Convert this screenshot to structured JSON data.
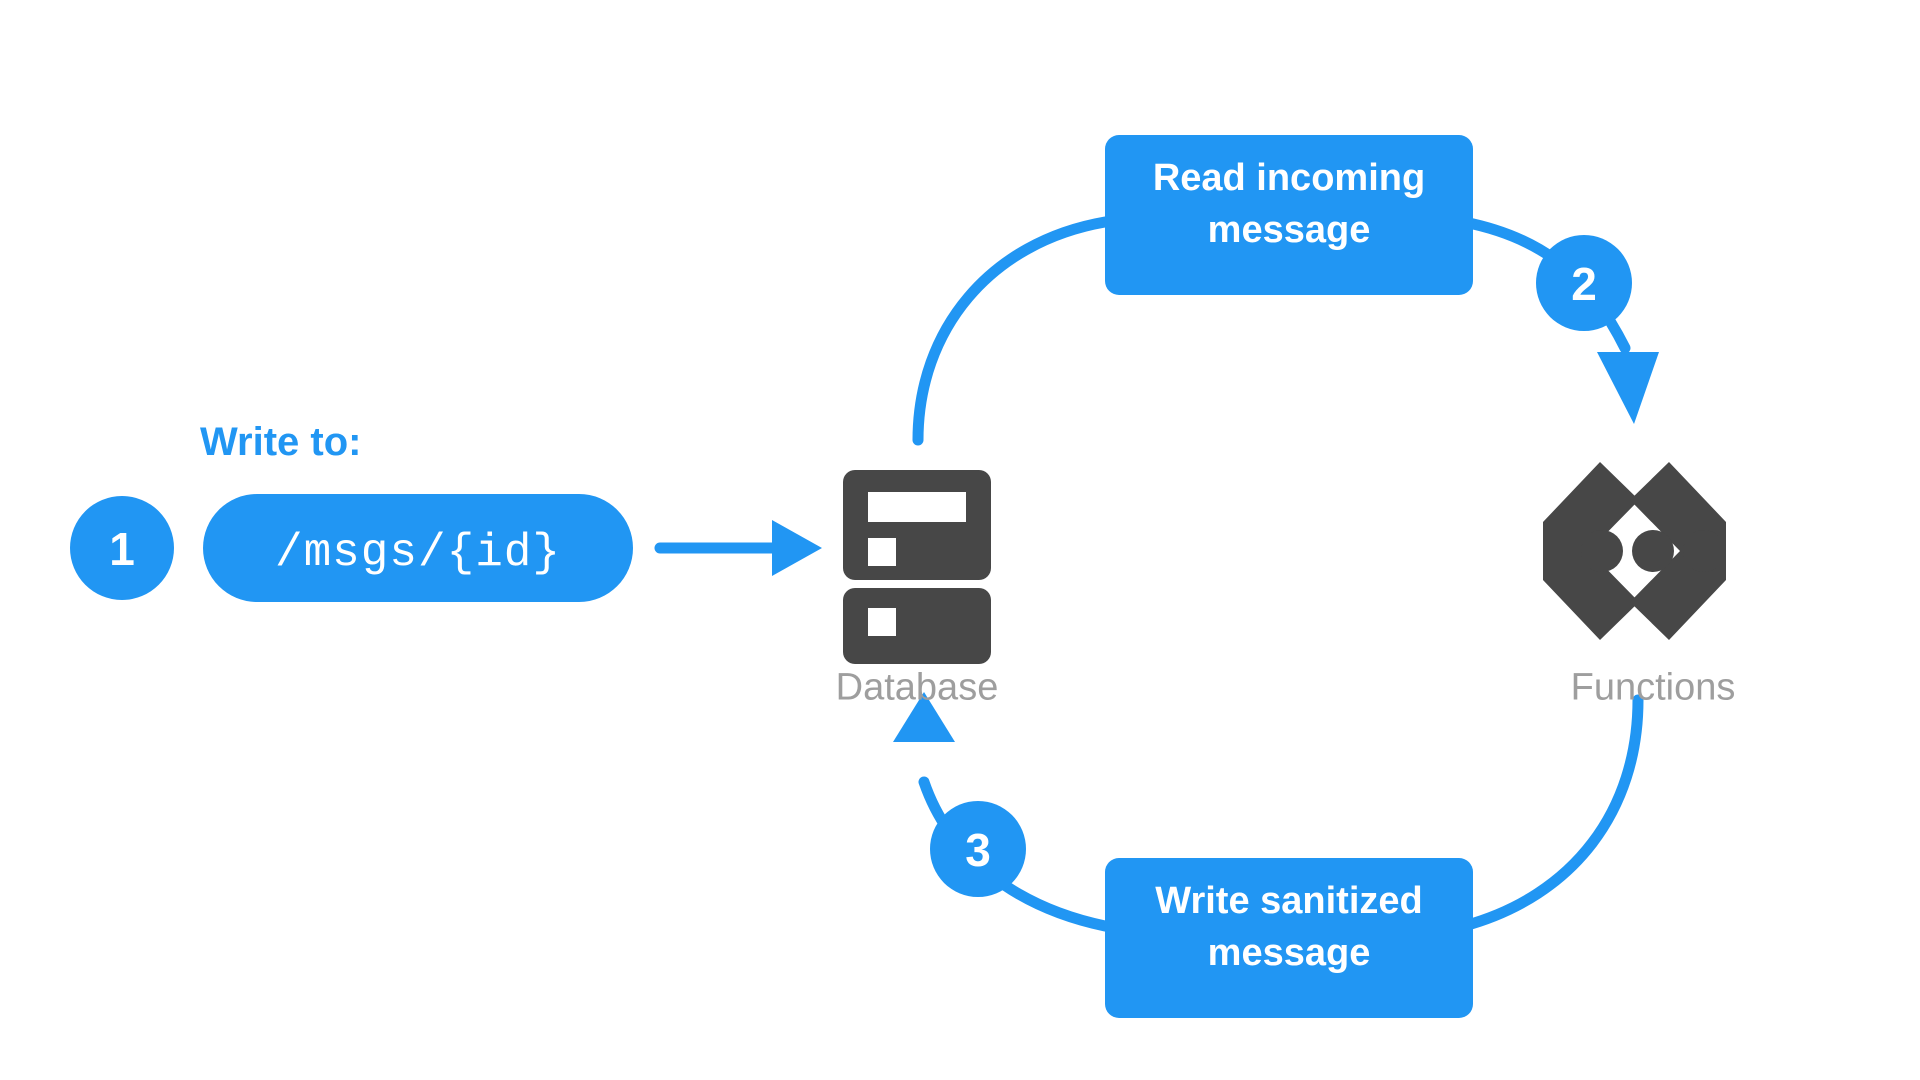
{
  "diagram": {
    "title": "Firebase Realtime Database and Cloud Functions message sanitization flow",
    "background_color": "#ffffff",
    "accent_color": "#2196f3",
    "icon_color": "#474747",
    "caption_color": "#9e9e9e",
    "text_on_accent": "#ffffff"
  },
  "left_cluster": {
    "write_to_label": "Write to:",
    "step_badge": "1",
    "path_pill_value": "/msgs/{id}"
  },
  "nodes": [
    {
      "id": "database",
      "caption": "Database",
      "icon_name": "database-icon"
    },
    {
      "id": "functions",
      "caption": "Functions",
      "icon_name": "functions-braces-icon"
    }
  ],
  "steps": [
    {
      "number": "1",
      "label": "/msgs/{id}",
      "kind": "pill",
      "from": "client",
      "to": "database"
    },
    {
      "number": "2",
      "label": "Read incoming message",
      "label_line1": "Read incoming",
      "label_line2": "message",
      "kind": "box",
      "from": "database",
      "to": "functions"
    },
    {
      "number": "3",
      "label": "Write sanitized message",
      "label_line1": "Write sanitized",
      "label_line2": "message",
      "kind": "box",
      "from": "functions",
      "to": "database"
    }
  ],
  "boxes": {
    "top": {
      "line1": "Read incoming",
      "line2": "message"
    },
    "bottom": {
      "line1": "Write sanitized",
      "line2": "message"
    }
  },
  "badges": {
    "one": "1",
    "two": "2",
    "three": "3"
  },
  "captions": {
    "database": "Database",
    "functions": "Functions"
  }
}
